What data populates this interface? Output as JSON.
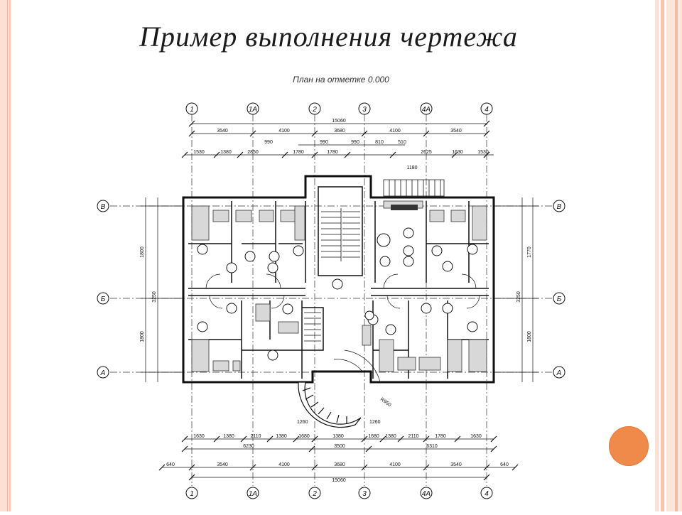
{
  "slide": {
    "title": "Пример выполнения чертежа"
  },
  "drawing": {
    "subtitle": "План на отметке 0.000",
    "axes_top": [
      "1",
      "1А",
      "2",
      "3",
      "4А",
      "4"
    ],
    "axes_side": [
      "В",
      "Б",
      "А"
    ],
    "dims_top_total": "15060",
    "dims_top_row1": [
      "3540",
      "4100",
      "3680",
      "4100",
      "3540"
    ],
    "dims_top_row2": [
      "990",
      "990",
      "990",
      "810",
      "510"
    ],
    "dims_top_row3": [
      "1530",
      "1380",
      "2850",
      "1780",
      "1780",
      "2625",
      "1630",
      "1530"
    ],
    "dim_stair": "1180",
    "dims_bottom_row1": [
      "1630",
      "1380",
      "2110",
      "1380",
      "1680",
      "1380",
      "1680",
      "1380",
      "2110",
      "1780",
      "1630"
    ],
    "dims_bottom_row2": [
      "6230",
      "3500",
      "6310"
    ],
    "dims_bottom_row3": [
      "3540",
      "4100",
      "3680",
      "4100",
      "3540"
    ],
    "dims_bottom_ends": [
      "640",
      "640"
    ],
    "dims_bottom_total": "15060",
    "dims_porch": [
      "1260",
      "1260"
    ],
    "porch_label": "R950",
    "dims_left": [
      "1800",
      "3250",
      "1800"
    ],
    "dims_right": [
      "1770",
      "3250",
      "1800"
    ]
  },
  "colors": {
    "frame_light": "#fbe0d3",
    "frame_dark": "#f0b9a0",
    "accent_circle": "#f08a4b",
    "ink": "#111111"
  }
}
